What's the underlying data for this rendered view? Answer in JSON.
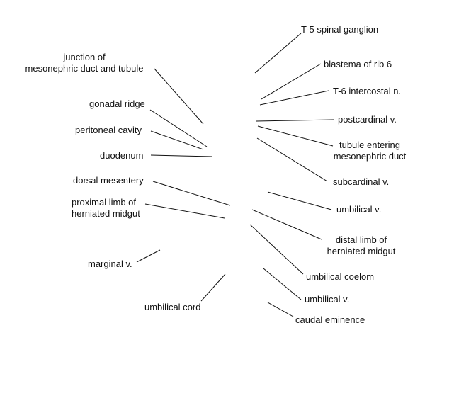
{
  "diagram": {
    "line_color": "#111111",
    "labels": [
      {
        "id": "t5-spinal-ganglion",
        "lines": [
          "T-5 spinal ganglion"
        ]
      },
      {
        "id": "junction",
        "lines": [
          "junction of",
          "mesonephric duct and tubule"
        ]
      },
      {
        "id": "blastema-rib-6",
        "lines": [
          "blastema of rib 6"
        ]
      },
      {
        "id": "t6-intercostal",
        "lines": [
          "T-6 intercostal n."
        ]
      },
      {
        "id": "gonadal-ridge",
        "lines": [
          "gonadal ridge"
        ]
      },
      {
        "id": "postcardinal",
        "lines": [
          "postcardinal v."
        ]
      },
      {
        "id": "peritoneal-cavity",
        "lines": [
          "peritoneal cavity"
        ]
      },
      {
        "id": "tubule-entering",
        "lines": [
          "tubule entering",
          "mesonephric duct"
        ]
      },
      {
        "id": "duodenum",
        "lines": [
          "duodenum"
        ]
      },
      {
        "id": "dorsal-mesentery",
        "lines": [
          "dorsal mesentery"
        ]
      },
      {
        "id": "subcardinal",
        "lines": [
          "subcardinal v."
        ]
      },
      {
        "id": "proximal-limb",
        "lines": [
          "proximal limb of",
          "herniated midgut"
        ]
      },
      {
        "id": "umbilical-v-upper",
        "lines": [
          "umbilical v."
        ]
      },
      {
        "id": "distal-limb",
        "lines": [
          "distal limb of",
          "herniated midgut"
        ]
      },
      {
        "id": "marginal-v",
        "lines": [
          "marginal v."
        ]
      },
      {
        "id": "umbilical-coelom",
        "lines": [
          "umbilical coelom"
        ]
      },
      {
        "id": "umbilical-v-lower",
        "lines": [
          "umbilical v."
        ]
      },
      {
        "id": "umbilical-cord",
        "lines": [
          "umbilical cord"
        ]
      },
      {
        "id": "caudal-eminence",
        "lines": [
          "caudal eminence"
        ]
      }
    ]
  }
}
